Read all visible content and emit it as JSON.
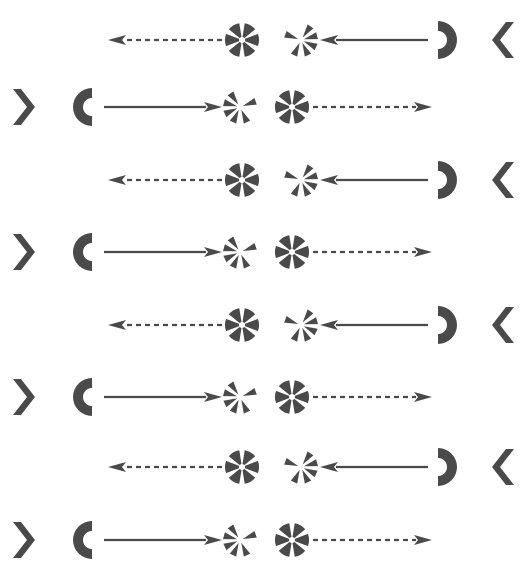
{
  "figure": {
    "colors": {
      "ink": "#4a4a4a",
      "paper": "#ffffff"
    },
    "rows": [
      {
        "index": 1,
        "orientation": "right-to-left",
        "left_arrow": "dashed",
        "right_arrow": "solid",
        "shapes": [
          "dashed-arrow-left",
          "segmented-disc",
          "star-burst",
          "solid-arrow-left",
          "half-ring",
          "chevron-left"
        ]
      },
      {
        "index": 2,
        "orientation": "left-to-right",
        "left_arrow": "solid",
        "right_arrow": "dashed",
        "shapes": [
          "chevron-right",
          "half-ring",
          "solid-arrow-right",
          "star-burst",
          "segmented-disc",
          "dashed-arrow-right"
        ]
      },
      {
        "index": 3,
        "orientation": "right-to-left",
        "left_arrow": "dashed",
        "right_arrow": "solid",
        "shapes": [
          "dashed-arrow-left",
          "segmented-disc",
          "star-burst",
          "solid-arrow-left",
          "half-ring",
          "chevron-left"
        ]
      },
      {
        "index": 4,
        "orientation": "left-to-right",
        "left_arrow": "solid",
        "right_arrow": "dashed",
        "shapes": [
          "chevron-right",
          "half-ring",
          "solid-arrow-right",
          "star-burst",
          "segmented-disc",
          "dashed-arrow-right"
        ]
      },
      {
        "index": 5,
        "orientation": "right-to-left",
        "left_arrow": "dashed",
        "right_arrow": "solid",
        "shapes": [
          "dashed-arrow-left",
          "segmented-disc",
          "star-burst",
          "solid-arrow-left",
          "half-ring",
          "chevron-left"
        ]
      },
      {
        "index": 6,
        "orientation": "left-to-right",
        "left_arrow": "solid",
        "right_arrow": "dashed",
        "shapes": [
          "chevron-right",
          "half-ring",
          "solid-arrow-right",
          "star-burst",
          "segmented-disc",
          "dashed-arrow-right"
        ]
      },
      {
        "index": 7,
        "orientation": "right-to-left",
        "left_arrow": "dashed",
        "right_arrow": "solid",
        "shapes": [
          "dashed-arrow-left",
          "segmented-disc",
          "star-burst",
          "solid-arrow-left",
          "half-ring",
          "chevron-left"
        ]
      },
      {
        "index": 8,
        "orientation": "left-to-right",
        "left_arrow": "solid",
        "right_arrow": "dashed",
        "shapes": [
          "chevron-right",
          "half-ring",
          "solid-arrow-right",
          "star-burst",
          "segmented-disc",
          "dashed-arrow-right"
        ]
      }
    ]
  }
}
